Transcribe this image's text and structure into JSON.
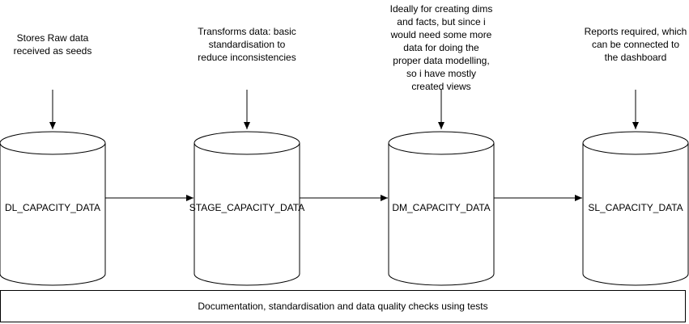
{
  "stages": [
    {
      "id": "dl",
      "label": "DL_CAPACITY_DATA",
      "annotation": "Stores Raw data\nreceived as seeds"
    },
    {
      "id": "stage",
      "label": "STAGE_CAPACITY_DATA",
      "annotation": "Transforms data: basic\nstandardisation to\nreduce inconsistencies"
    },
    {
      "id": "dm",
      "label": "DM_CAPACITY_DATA",
      "annotation": "Ideally for creating dims\nand facts, but since i\nwould need some more\ndata for doing the\nproper data modelling,\nso i have mostly\ncreated views"
    },
    {
      "id": "sl",
      "label": "SL_CAPACITY_DATA",
      "annotation": "Reports required, which\ncan be connected to\nthe dashboard"
    }
  ],
  "footer": {
    "text": "Documentation, standardisation and data quality checks using tests"
  },
  "colors": {
    "stroke": "#000000",
    "fill": "#ffffff"
  }
}
